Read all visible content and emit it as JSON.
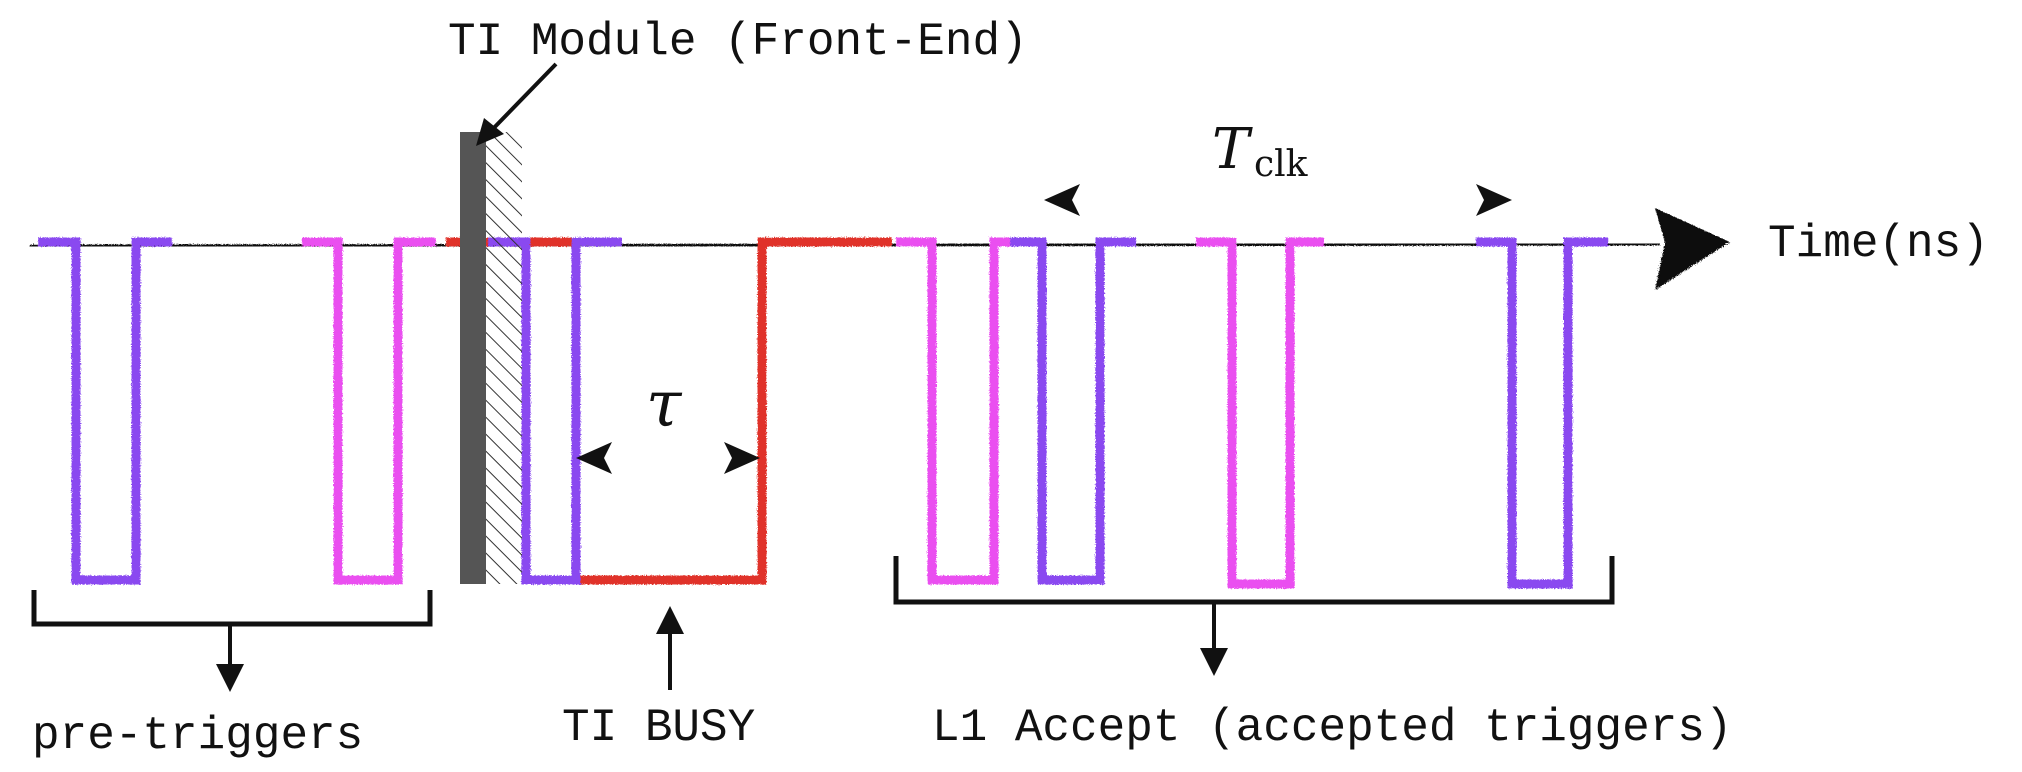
{
  "labels": {
    "module": "TI Module (Front-End)",
    "time_axis": "Time(ns)",
    "pre_triggers": "pre-triggers",
    "busy": "TI BUSY",
    "accept": "L1 Accept (accepted triggers)",
    "tau": "τ",
    "tclk_symbol": "T",
    "tclk_subscript": "clk"
  },
  "colors": {
    "purple": "#8a48f0",
    "magenta": "#ea4ff0",
    "red": "#e0322a",
    "axis": "#111111",
    "module_wall": "#555555"
  }
}
